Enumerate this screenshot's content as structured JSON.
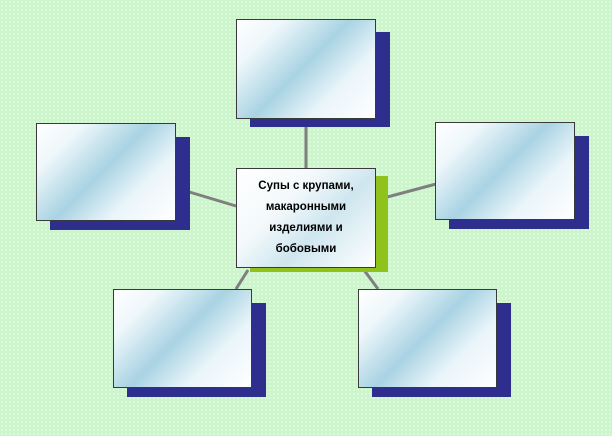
{
  "diagram": {
    "center": {
      "label": "Супы с крупами, макаронными изделиями и бобовыми"
    },
    "satellites": [
      {
        "id": "top",
        "label": ""
      },
      {
        "id": "left",
        "label": ""
      },
      {
        "id": "right",
        "label": ""
      },
      {
        "id": "bottom-left",
        "label": ""
      },
      {
        "id": "bottom-right",
        "label": ""
      }
    ]
  },
  "colors": {
    "background": "#ccf5cc",
    "satellite_shadow": "#2e2e8f",
    "center_shadow": "#8fc21b",
    "connector": "#7f7f7f",
    "border": "#3a3a3a"
  }
}
